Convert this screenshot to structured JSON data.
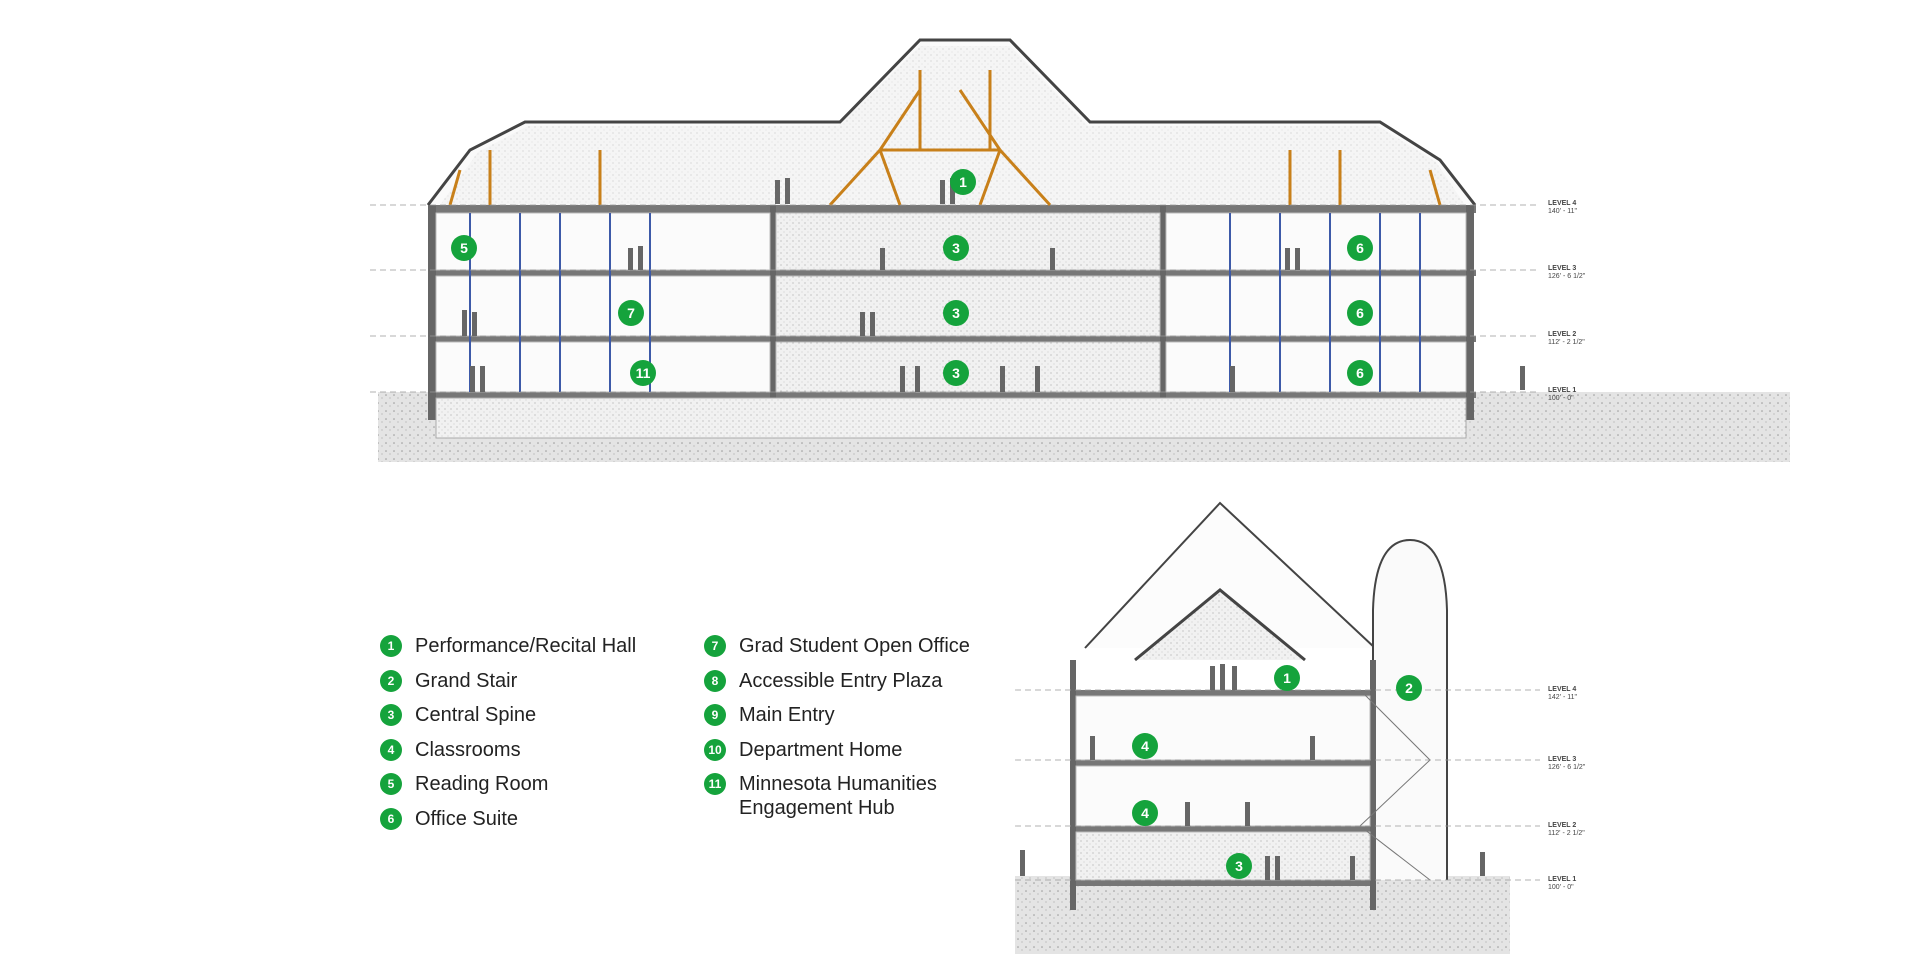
{
  "legend": [
    {
      "num": "1",
      "label": "Performance/Recital Hall"
    },
    {
      "num": "2",
      "label": "Grand Stair"
    },
    {
      "num": "3",
      "label": "Central Spine"
    },
    {
      "num": "4",
      "label": "Classrooms"
    },
    {
      "num": "5",
      "label": "Reading Room"
    },
    {
      "num": "6",
      "label": "Office Suite"
    },
    {
      "num": "7",
      "label": "Grad Student Open Office"
    },
    {
      "num": "8",
      "label": "Accessible Entry Plaza"
    },
    {
      "num": "9",
      "label": "Main Entry"
    },
    {
      "num": "10",
      "label": "Department Home"
    },
    {
      "num": "11",
      "label": "Minnesota Humanities Engagement Hub"
    }
  ],
  "section_long": {
    "callouts": [
      "1",
      "5",
      "3",
      "6",
      "7",
      "3",
      "6",
      "11",
      "3",
      "6"
    ],
    "levels": [
      {
        "name": "LEVEL 4",
        "elev": "140' - 11\""
      },
      {
        "name": "LEVEL 3",
        "elev": "126' - 6 1/2\""
      },
      {
        "name": "LEVEL 2",
        "elev": "112' - 2 1/2\""
      },
      {
        "name": "LEVEL 1",
        "elev": "100' - 0\""
      }
    ]
  },
  "section_cross": {
    "callouts": [
      "1",
      "2",
      "4",
      "4",
      "3"
    ],
    "levels": [
      {
        "name": "LEVEL 4",
        "elev": "142' - 11\""
      },
      {
        "name": "LEVEL 3",
        "elev": "126' - 6 1/2\""
      },
      {
        "name": "LEVEL 2",
        "elev": "112' - 2 1/2\""
      },
      {
        "name": "LEVEL 1",
        "elev": "100' - 0\""
      }
    ]
  },
  "colors": {
    "callout": "#15a33c",
    "timber": "#c8801a",
    "glazing": "#3d5aa8",
    "line": "#555555"
  }
}
